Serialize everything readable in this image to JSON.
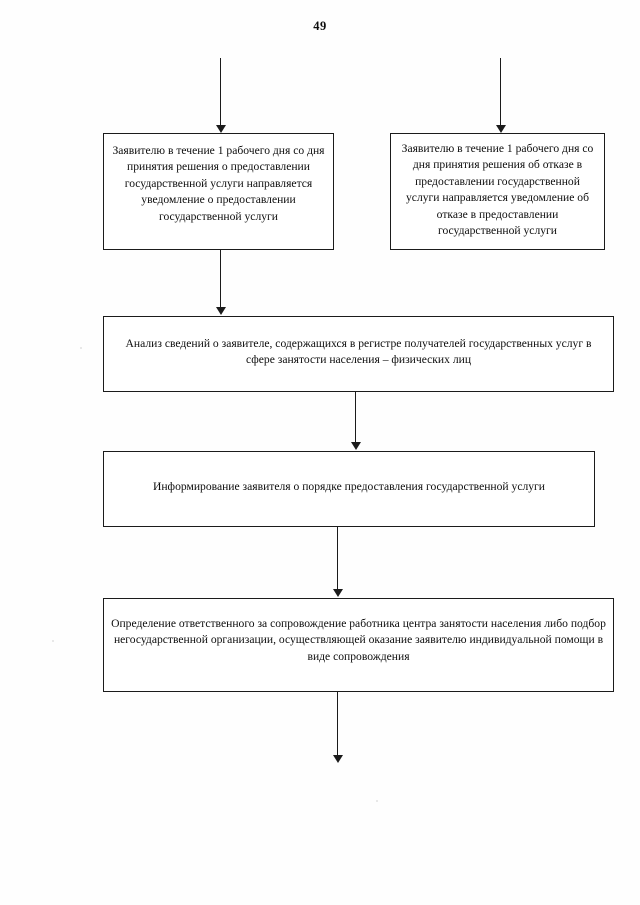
{
  "page": {
    "number": "49"
  },
  "flowchart": {
    "type": "flowchart",
    "orientation": "top-to-bottom",
    "boxes": [
      {
        "id": "notify-approval",
        "text": "Заявителю в течение 1 рабочего дня со дня принятия решения о предоставлении государственной услуги направляется уведомление о предоставлении государственной услуги"
      },
      {
        "id": "notify-refusal",
        "text": "Заявителю в течение 1 рабочего дня со дня принятия решения об отказе в предоставлении государственной услуги направляется уведомление об отказе в предоставлении государственной услуги"
      },
      {
        "id": "analysis",
        "text": "Анализ сведений о заявителе, содержащихся в регистре получателей государственных услуг в сфере занятости населения – физических лиц"
      },
      {
        "id": "informing",
        "text": "Информирование заявителя о порядке предоставления государственной услуги"
      },
      {
        "id": "assignment",
        "text": "Определение ответственного за сопровождение работника центра занятости населения либо подбор негосударственной организации, осуществляющей оказание заявителю индивидуальной помощи в виде сопровождения"
      }
    ],
    "connectors": [
      {
        "id": "top-left",
        "from": "page-top",
        "to": "notify-approval"
      },
      {
        "id": "top-right",
        "from": "page-top",
        "to": "notify-refusal"
      },
      {
        "id": "approval-analysis",
        "from": "notify-approval",
        "to": "analysis"
      },
      {
        "id": "analysis-informing",
        "from": "analysis",
        "to": "informing"
      },
      {
        "id": "informing-assignment",
        "from": "informing",
        "to": "assignment"
      },
      {
        "id": "assignment-next",
        "from": "assignment",
        "to": "page-bottom"
      }
    ]
  },
  "colors": {
    "ink": "#1b1b1b",
    "paper": "#fefefe"
  }
}
